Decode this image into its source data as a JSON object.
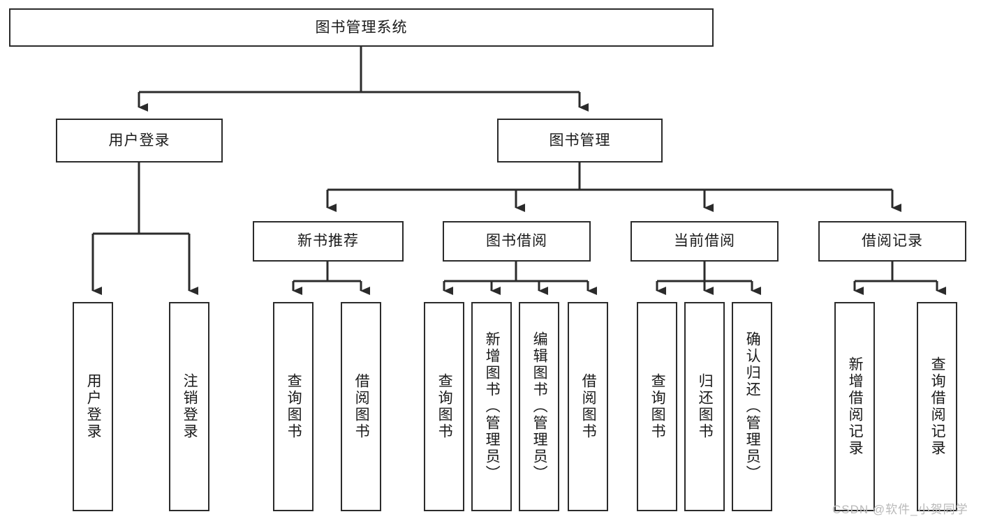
{
  "diagram": {
    "type": "tree-hierarchy",
    "title": "图书管理系统",
    "style": {
      "line_color": "#2b2b2b",
      "box_fill": "#ffffff",
      "text_color": "#1a1a1a",
      "watermark_color": "#b9b9b9"
    },
    "root": {
      "id": "root",
      "label": "图书管理系统"
    },
    "level2": [
      {
        "id": "user-login",
        "label": "用户登录"
      },
      {
        "id": "book-manage",
        "label": "图书管理"
      }
    ],
    "level3": [
      {
        "id": "new-book-rec",
        "label": "新书推荐"
      },
      {
        "id": "book-borrow",
        "label": "图书借阅"
      },
      {
        "id": "current-borrow",
        "label": "当前借阅"
      },
      {
        "id": "borrow-record",
        "label": "借阅记录"
      }
    ],
    "leaves": {
      "user_login": [
        {
          "id": "leaf-user-login",
          "label": "用户登录"
        },
        {
          "id": "leaf-logout",
          "label": "注销登录"
        }
      ],
      "new_book_rec": [
        {
          "id": "leaf-query-book-1",
          "label": "查询图书"
        },
        {
          "id": "leaf-borrow-book-1",
          "label": "借阅图书"
        }
      ],
      "book_borrow": [
        {
          "id": "leaf-query-book-2",
          "label": "查询图书"
        },
        {
          "id": "leaf-add-book",
          "label": "新增图书（管理员）"
        },
        {
          "id": "leaf-edit-book",
          "label": "编辑图书（管理员）"
        },
        {
          "id": "leaf-borrow-book-2",
          "label": "借阅图书"
        }
      ],
      "current_borrow": [
        {
          "id": "leaf-query-book-3",
          "label": "查询图书"
        },
        {
          "id": "leaf-return-book",
          "label": "归还图书"
        },
        {
          "id": "leaf-confirm-return",
          "label": "确认归还（管理员）"
        }
      ],
      "borrow_record": [
        {
          "id": "leaf-add-record",
          "label": "新增借阅记录"
        },
        {
          "id": "leaf-query-record",
          "label": "查询借阅记录"
        }
      ]
    }
  },
  "watermark": {
    "text": "CSDN @软件_小贺同学"
  }
}
